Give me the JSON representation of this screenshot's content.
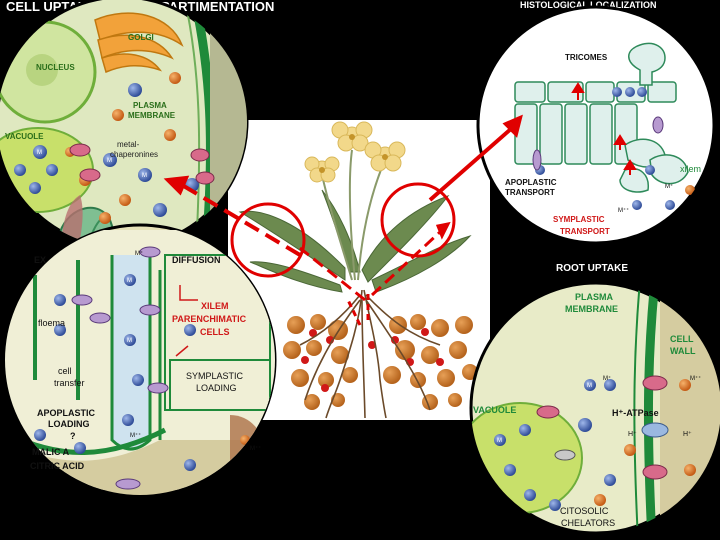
{
  "headings": {
    "cell_uptake": "CELL UPTAKE AND COMPARTIMENTATION",
    "histological": "HISTOLOGICAL LOCALIZATION",
    "root_uptake": "ROOT UPTAKE"
  },
  "cell_panel": {
    "golgi": "GOLGI",
    "nucleus": "NUCLEUS",
    "plasma_membrane_1": "PLASMA",
    "plasma_membrane_2": "MEMBRANE",
    "vacuole": "VACUOLE",
    "chaperonines_1": "metal-",
    "chaperonines_2": "chaperonines",
    "ion_m": "M",
    "ion_m_plus": "M⁺"
  },
  "transport_panel": {
    "excretion": "EX",
    "diffusion": "DIFFUSION",
    "floema": "floema",
    "xilem_par_1": "XILEM",
    "xilem_par_2": "PARENCHIMATIC",
    "xilem_par_3": "CELLS",
    "cell_transfer_1": "cell",
    "cell_transfer_2": "transfer",
    "symplastic_1": "SYMPLASTIC",
    "symplastic_2": "LOADING",
    "apoplastic_1": "APOPLASTIC",
    "apoplastic_2": "LOADING",
    "question": "?",
    "malic": "MALIC A",
    "citric": "CITRIC ACID",
    "ion_m_plus_plus": "M⁺⁺"
  },
  "histo_panel": {
    "tricomes": "TRICOMES",
    "apoplastic_1": "APOPLASTIC",
    "apoplastic_2": "TRANSPORT",
    "symplastic_1": "SYMPLASTIC",
    "symplastic_2": "TRANSPORT",
    "xilem": "xilem"
  },
  "root_panel": {
    "plasma_1": "PLASMA",
    "plasma_2": "MEMBRANE",
    "cell_wall_1": "CELL",
    "cell_wall_2": "WALL",
    "vacuole": "VACUOLE",
    "atpase": "H⁺-ATPase",
    "h_plus": "H⁺",
    "citosolic_1": "CITOSOLIC",
    "citosolic_2": "CHELATORS"
  },
  "colors": {
    "background": "#000000",
    "circle_fill": "#e8ebc8",
    "cell_green": "#1f8a3a",
    "arrow_red": "#e00000",
    "ion_blue": "#3a5ba8",
    "ion_orange": "#d8782a",
    "vacuole_green": "#c8e06a",
    "photo_bg": "#ffffff"
  }
}
